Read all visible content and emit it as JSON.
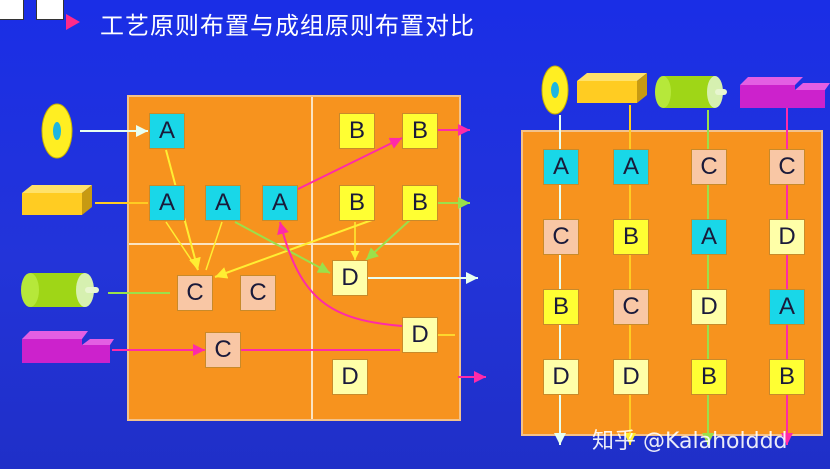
{
  "title": "工艺原则布置与成组原则布置对比",
  "watermark": "知乎 @Kalaholddd",
  "left_machines": [
    {
      "id": "l-A1",
      "label": "A",
      "type": "A"
    },
    {
      "id": "l-A2",
      "label": "A",
      "type": "A"
    },
    {
      "id": "l-A3",
      "label": "A",
      "type": "A"
    },
    {
      "id": "l-A4",
      "label": "A",
      "type": "A"
    },
    {
      "id": "l-B1",
      "label": "B",
      "type": "B"
    },
    {
      "id": "l-B2",
      "label": "B",
      "type": "B"
    },
    {
      "id": "l-B3",
      "label": "B",
      "type": "B"
    },
    {
      "id": "l-B4",
      "label": "B",
      "type": "B"
    },
    {
      "id": "l-C1",
      "label": "C",
      "type": "C"
    },
    {
      "id": "l-C2",
      "label": "C",
      "type": "C"
    },
    {
      "id": "l-C3",
      "label": "C",
      "type": "C"
    },
    {
      "id": "l-D1",
      "label": "D",
      "type": "D"
    },
    {
      "id": "l-D2",
      "label": "D",
      "type": "D"
    },
    {
      "id": "l-D3",
      "label": "D",
      "type": "D"
    }
  ],
  "right_grid": [
    [
      "A",
      "A",
      "C",
      "C"
    ],
    [
      "C",
      "B",
      "A",
      "D"
    ],
    [
      "B",
      "C",
      "D",
      "A"
    ],
    [
      "D",
      "D",
      "B",
      "B"
    ]
  ],
  "colors": {
    "A": "#19d7e8",
    "B": "#ffff33",
    "C": "#f9c7a5",
    "D": "#ffffa8",
    "panel": "#f7931e",
    "background": "#2032dc"
  }
}
